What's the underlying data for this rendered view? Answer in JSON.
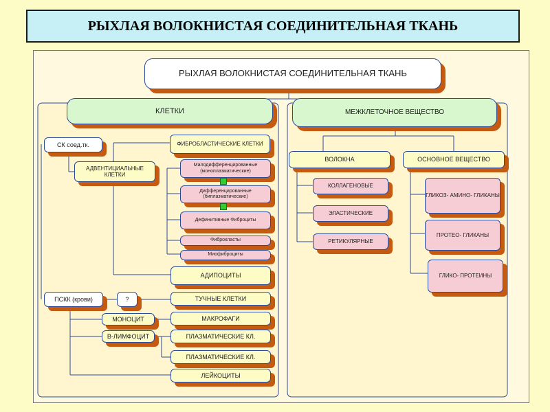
{
  "slide": {
    "title": "РЫХЛАЯ ВОЛОКНИСТАЯ СОЕДИНИТЕЛЬНАЯ ТКАНЬ"
  },
  "diagram": {
    "root": "РЫХЛАЯ ВОЛОКНИСТАЯ СОЕДИНИТЕЛЬНАЯ ТКАНЬ",
    "cells": {
      "title": "КЛЕТКИ",
      "sk": "СК соед.тк.",
      "adventitial": "АДВЕНТИЦИАЛЬНЫЕ КЛЕТКИ",
      "fibroblastic": "ФИБРОБЛАСТИЧЕСКИЕ КЛЕТКИ",
      "low_diff": "Малодифференцированные (моноплазматические)",
      "diff": "Дифференцированные (биплазматические)",
      "definitive": "Дефинитивные Фиброциты",
      "fibroclasts": "Фиброкласты",
      "myofibrocytes": "Миофиброциты",
      "adipocytes": "АДИПОЦИТЫ",
      "psk": "ПСКК (крови)",
      "question": "?",
      "mast": "ТУЧНЫЕ КЛЕТКИ",
      "monocyte": "МОНОЦИТ",
      "macrophages": "МАКРОФАГИ",
      "b_lymph": "В-ЛИМФОЦИТ",
      "plasma1": "ПЛАЗМАТИЧЕСКИЕ КЛ.",
      "plasma2": "ПЛАЗМАТИЧЕСКИЕ КЛ.",
      "leukocytes": "ЛЕЙКОЦИТЫ"
    },
    "matrix": {
      "title": "МЕЖКЛЕТОЧНОЕ ВЕЩЕСТВО",
      "fibers": "ВОЛОКНА",
      "collagen": "КОЛЛАГЕНОВЫЕ",
      "elastic": "ЭЛАСТИЧЕСКИЕ",
      "reticular": "РЕТИКУЛЯРНЫЕ",
      "ground": "ОСНОВНОЕ ВЕЩЕСТВО",
      "gag": "ГЛИКОЗ- АМИНО- ГЛИКАНЫ",
      "proteoglycans": "ПРОТЕО- ГЛИКАНЫ",
      "glycoproteins": "ГЛИКО- ПРОТЕИНЫ"
    }
  }
}
